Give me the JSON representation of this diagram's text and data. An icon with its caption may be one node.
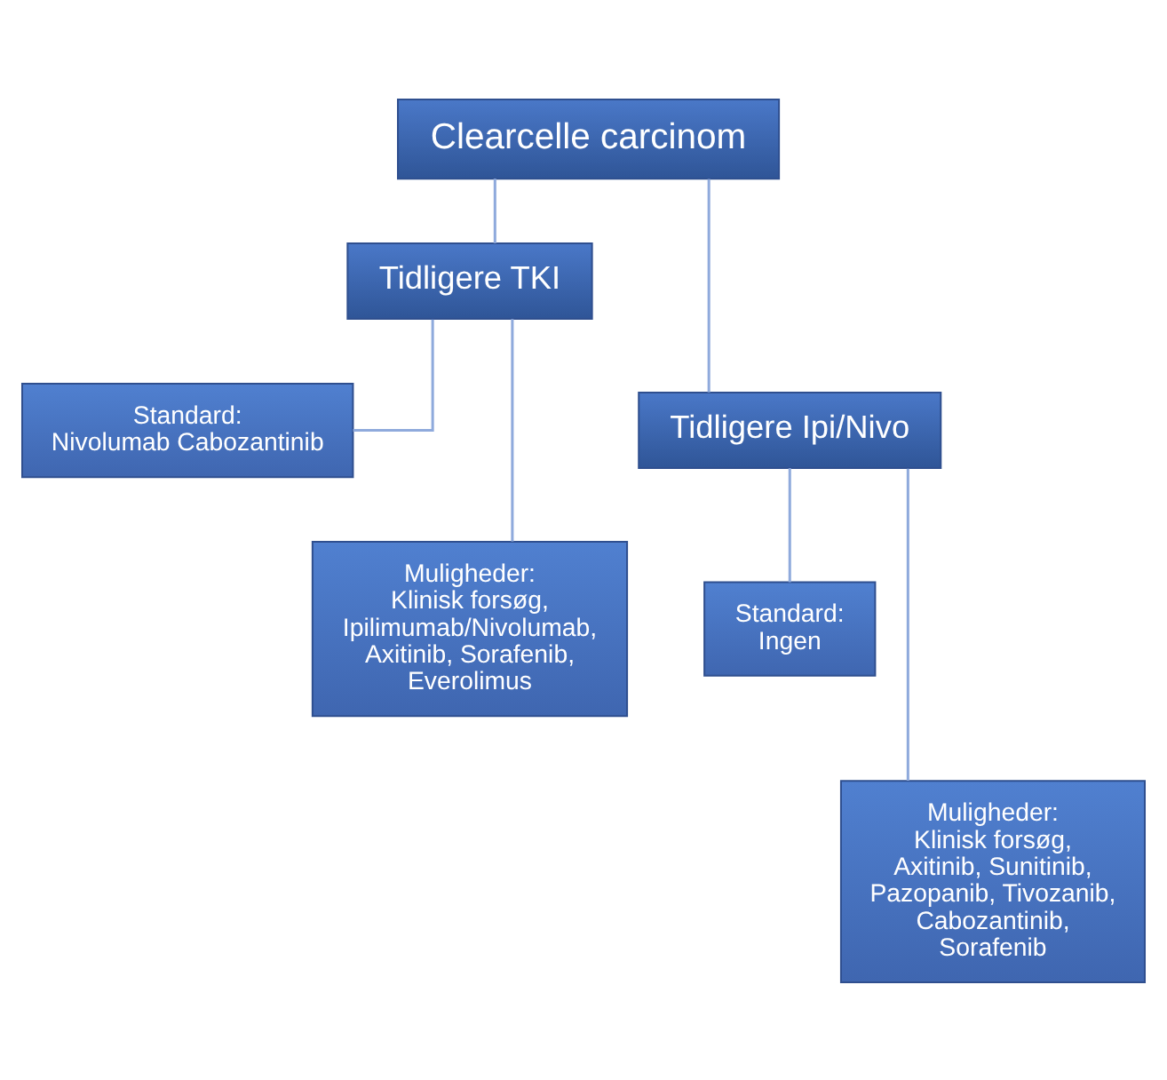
{
  "diagram": {
    "nodes": [
      {
        "text": [
          "Clearcelle carcinom"
        ]
      },
      {
        "text": [
          "Tidligere TKI"
        ]
      },
      {
        "text": [
          "Tidligere Ipi/Nivo"
        ]
      },
      {
        "text": [
          "Standard:",
          "Nivolumab Cabozantinib"
        ]
      },
      {
        "text": [
          "Muligheder:",
          "Klinisk forsøg, Ipilimumab/Nivolumab, Axitinib, Sorafenib, Everolimus"
        ]
      },
      {
        "text": [
          "Standard:",
          "Ingen"
        ]
      },
      {
        "text": [
          "Muligheder:",
          "Klinisk forsøg, Axitinib, Sunitinib, Pazopanib, Tivozanib, Cabozantinib, Sorafenib"
        ]
      }
    ],
    "edges": [
      {
        "from": 0,
        "to": 1,
        "arrow": "none"
      },
      {
        "from": 0,
        "to": 2,
        "arrow": "none"
      },
      {
        "from": 1,
        "to": 3,
        "arrow": "none"
      },
      {
        "from": 1,
        "to": 4,
        "arrow": "none"
      },
      {
        "from": 2,
        "to": 5,
        "arrow": "none"
      },
      {
        "from": 2,
        "to": 6,
        "arrow": "none"
      }
    ]
  }
}
